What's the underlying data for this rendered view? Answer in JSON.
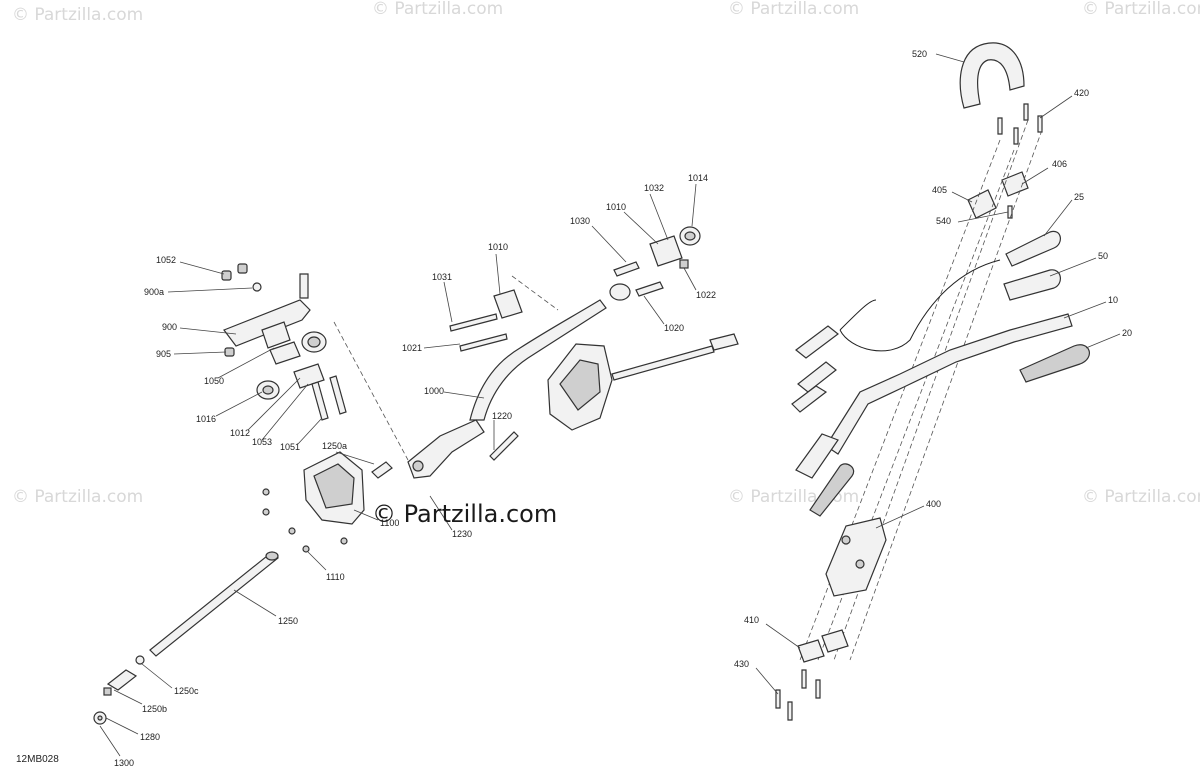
{
  "watermark": "© Partzilla.com",
  "brand_watermark": "© Partzilla.com",
  "diagram_code": "12MB028",
  "callouts": [
    "520",
    "420",
    "406",
    "405",
    "540",
    "25",
    "50",
    "10",
    "20",
    "400",
    "410",
    "430",
    "1052",
    "900a",
    "900",
    "905",
    "1050",
    "1016",
    "1012",
    "1053",
    "1051",
    "1250a",
    "1100",
    "1110",
    "1250",
    "1250c",
    "1250b",
    "1280",
    "1300",
    "1031",
    "1010",
    "1030",
    "1010",
    "1032",
    "1014",
    "1022",
    "1020",
    "1021",
    "1000",
    "1220",
    "1230"
  ]
}
